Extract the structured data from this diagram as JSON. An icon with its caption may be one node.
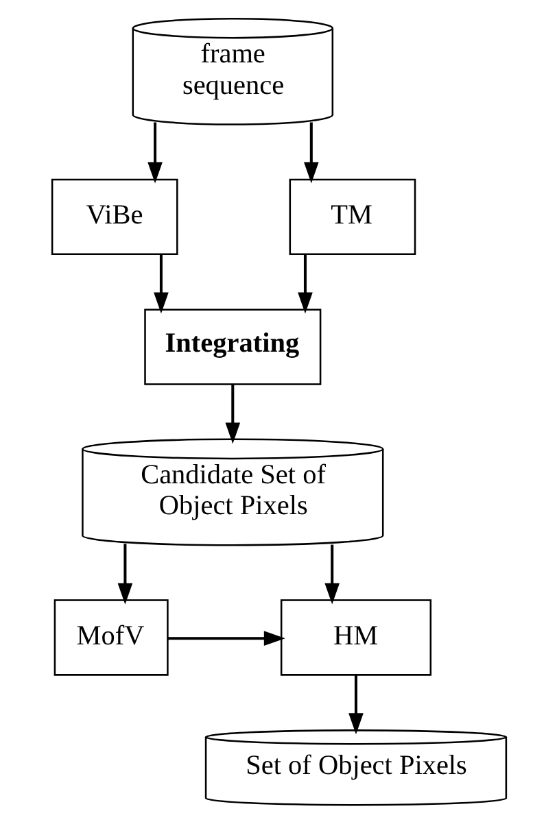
{
  "diagram": {
    "nodes": [
      {
        "text": [
          "frame sequence"
        ]
      },
      {
        "text": [
          "ViBe"
        ]
      },
      {
        "text": [
          "TM"
        ]
      },
      {
        "text": [
          "Integrating"
        ]
      },
      {
        "text": [
          "Candidate Set of Object Pixels"
        ]
      },
      {
        "text": [
          "HM"
        ]
      },
      {
        "text": [
          "MofV"
        ]
      },
      {
        "text": [
          "Set of Object Pixels"
        ]
      }
    ],
    "edges": [
      {
        "from": 0,
        "to": 1,
        "arrow": "to"
      },
      {
        "from": 0,
        "to": 2,
        "arrow": "to"
      },
      {
        "from": 1,
        "to": 3,
        "arrow": "to"
      },
      {
        "from": 2,
        "to": 3,
        "arrow": "to"
      },
      {
        "from": 3,
        "to": 4,
        "arrow": "to"
      },
      {
        "from": 4,
        "to": 5,
        "arrow": "to"
      },
      {
        "from": 4,
        "to": 6,
        "arrow": "to"
      },
      {
        "from": 6,
        "to": 5,
        "arrow": "to"
      },
      {
        "from": 5,
        "to": 7,
        "arrow": "to"
      }
    ]
  }
}
